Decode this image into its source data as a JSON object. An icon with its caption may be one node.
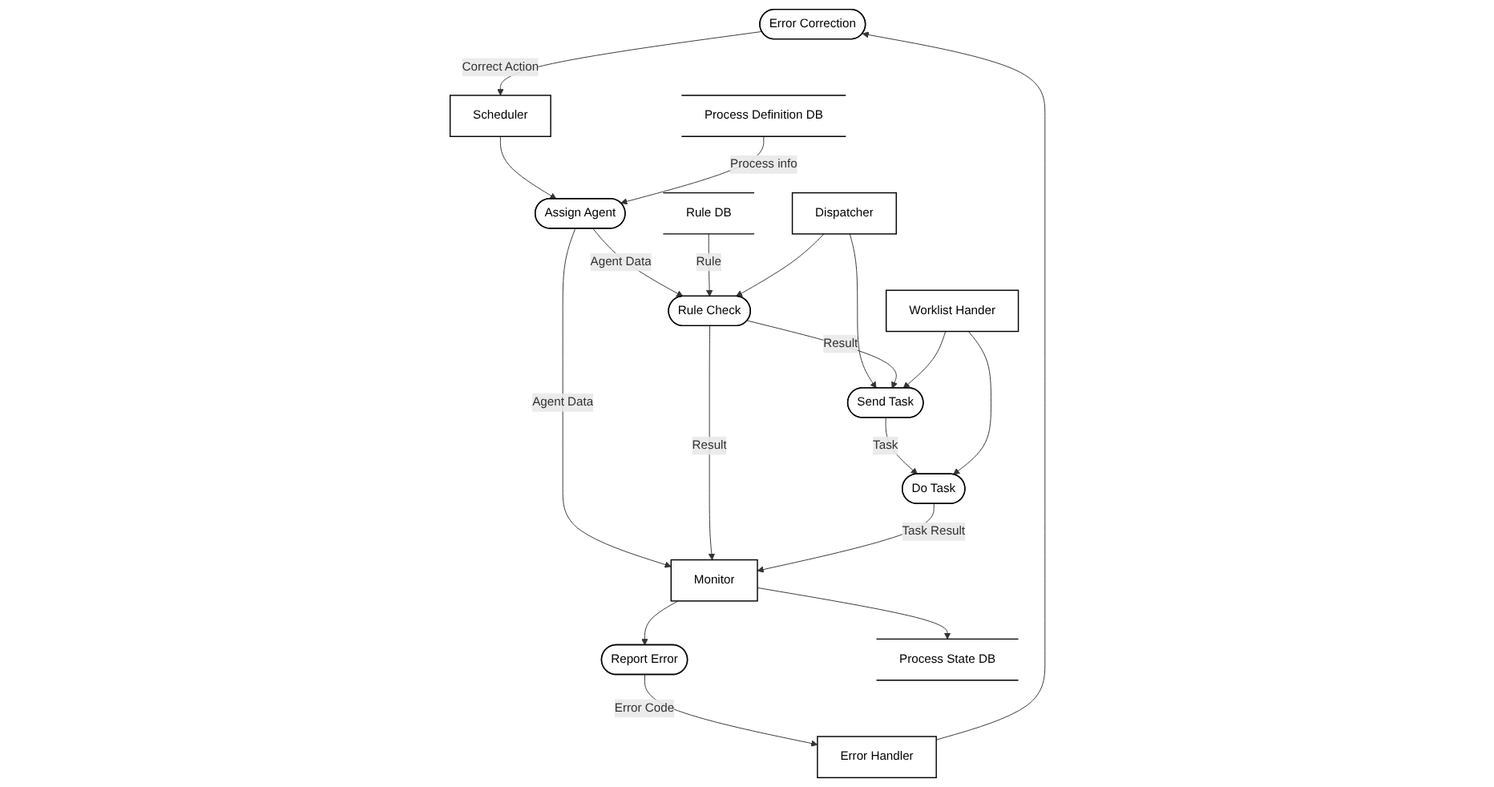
{
  "diagram": {
    "nodes": [
      {
        "text": [
          "Error Correction"
        ]
      },
      {
        "text": [
          "Error Handler"
        ]
      },
      {
        "text": [
          "Scheduler"
        ]
      },
      {
        "text": [
          "Report Error"
        ]
      },
      {
        "text": [
          "Process Definition DB"
        ]
      },
      {
        "text": [
          "Assign Agent"
        ]
      },
      {
        "text": [
          "Monitor"
        ]
      },
      {
        "text": [
          "Process State DB"
        ]
      },
      {
        "text": [
          "Rule DB"
        ]
      },
      {
        "text": [
          "Rule Check"
        ]
      },
      {
        "text": [
          "Dispatcher"
        ]
      },
      {
        "text": [
          "Send Task"
        ]
      },
      {
        "text": [
          "Do Task"
        ]
      },
      {
        "text": [
          "Worklist Hander"
        ]
      }
    ],
    "edges": [
      {
        "from": 1,
        "to": 0,
        "arrow": "to"
      },
      {
        "from": 0,
        "to": 2,
        "arrow": "to",
        "label": "Correct Action"
      },
      {
        "from": 2,
        "to": 5,
        "arrow": "to"
      },
      {
        "from": 4,
        "to": 5,
        "arrow": "to",
        "label": "Process info"
      },
      {
        "from": 5,
        "to": 6,
        "arrow": "to",
        "label": "Agent Data"
      },
      {
        "from": 5,
        "to": 9,
        "arrow": "to",
        "label": "Agent Data"
      },
      {
        "from": 8,
        "to": 9,
        "arrow": "to",
        "label": "Rule"
      },
      {
        "from": 9,
        "to": 6,
        "arrow": "to",
        "label": "Result"
      },
      {
        "from": 6,
        "to": 7,
        "arrow": "to"
      },
      {
        "from": 6,
        "to": 3,
        "arrow": "to"
      },
      {
        "from": 3,
        "to": 1,
        "arrow": "to",
        "label": "Error Code"
      },
      {
        "from": 10,
        "to": 9,
        "arrow": "to"
      },
      {
        "from": 10,
        "to": 11,
        "arrow": "to"
      },
      {
        "from": 9,
        "to": 11,
        "arrow": "to",
        "label": "Result"
      },
      {
        "from": 11,
        "to": 12,
        "arrow": "to",
        "label": "Task"
      },
      {
        "from": 13,
        "to": 11,
        "arrow": "to"
      },
      {
        "from": 13,
        "to": 12,
        "arrow": "to"
      },
      {
        "from": 12,
        "to": 6,
        "arrow": "to",
        "label": "Task Result"
      }
    ]
  }
}
